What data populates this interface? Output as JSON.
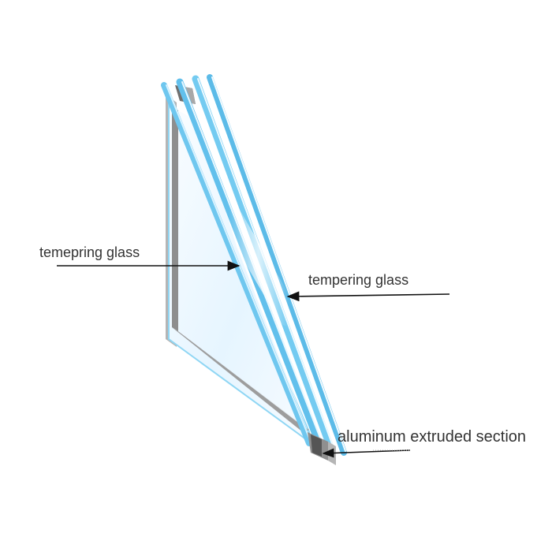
{
  "labels": {
    "left": "temepring glass",
    "right": "tempering glass",
    "bottom": "aluminum extruded section"
  },
  "colors": {
    "background": "#ffffff",
    "glass_fill": "#eef8ff",
    "glass_edge": "#70c8f0",
    "glass_edge_dark": "#4fb6e6",
    "spacer_gray": "#9a9a9a",
    "spacer_dark": "#666666",
    "text": "#333333",
    "arrow": "#111111"
  }
}
